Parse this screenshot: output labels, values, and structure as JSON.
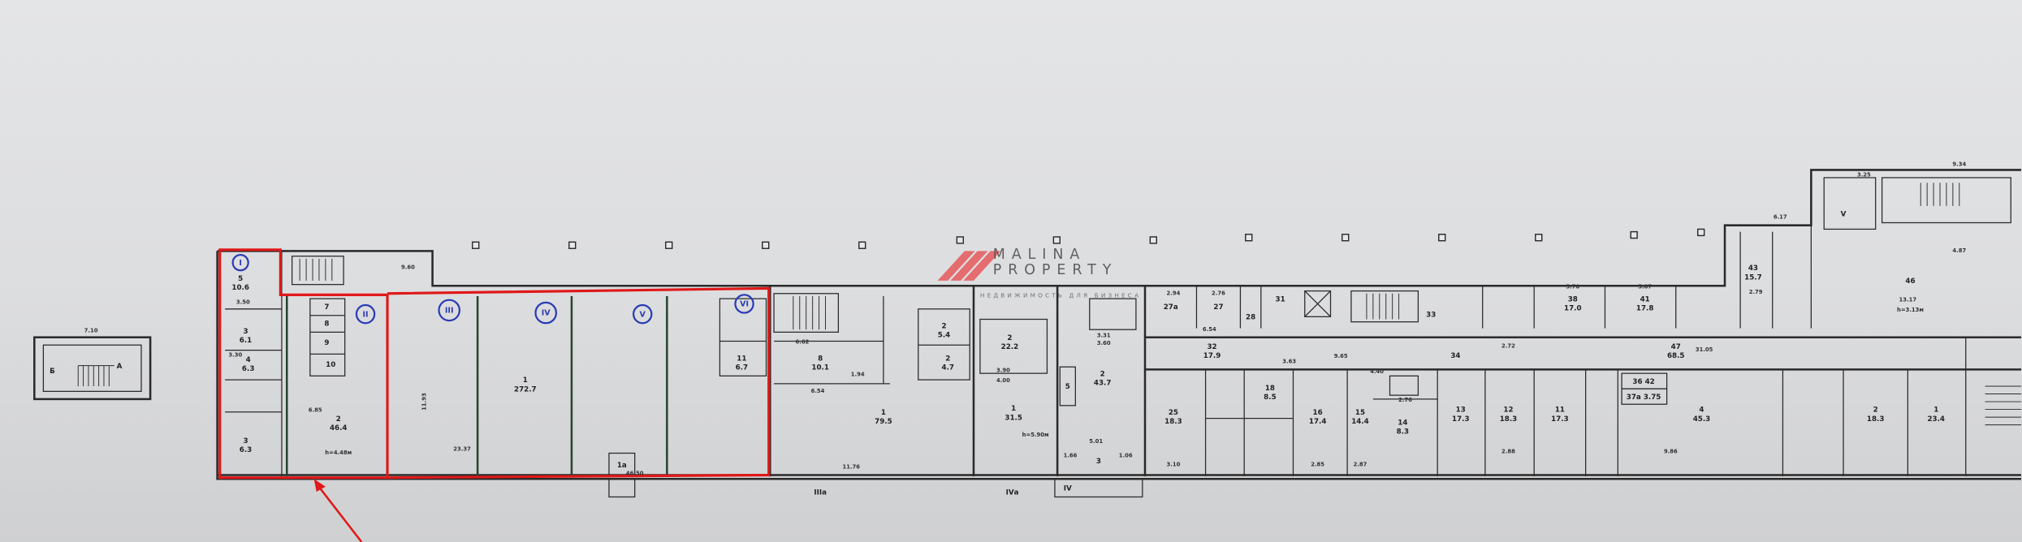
{
  "watermark": {
    "brand_line1": "MALINA",
    "brand_line2": "PROPERTY",
    "tagline": "НЕДВИЖИМОСТЬ ДЛЯ БИЗНЕСА",
    "logo_color": "#e8474a"
  },
  "colors": {
    "highlight": "#e01818",
    "section_marks": "#2a3bb5",
    "walls": "#2a2a2a",
    "paper": "#dcdddf"
  },
  "section_marks": [
    "I",
    "II",
    "III",
    "IV",
    "V",
    "VI"
  ],
  "rooms": [
    {
      "no": "5",
      "area": "10.6"
    },
    {
      "no": "3",
      "area": "6.1"
    },
    {
      "no": "4",
      "area": "6.3"
    },
    {
      "no": "3",
      "area": "6.3"
    },
    {
      "no": "2",
      "area": "46.4"
    },
    {
      "no": "1",
      "area": "272.7"
    },
    {
      "no": "11",
      "area": "6.7"
    },
    {
      "no": "8",
      "area": "10.1"
    },
    {
      "no": "1",
      "area": "79.5"
    },
    {
      "no": "2",
      "area": "5.4"
    },
    {
      "no": "2",
      "area": "4.7"
    },
    {
      "no": "2",
      "area": "22.2"
    },
    {
      "no": "1",
      "area": "31.5"
    },
    {
      "no": "2",
      "area": "43.7"
    },
    {
      "no": "32",
      "area": "17.9"
    },
    {
      "no": "25",
      "area": "18.3"
    },
    {
      "no": "18",
      "area": "8.5"
    },
    {
      "no": "16",
      "area": "17.4"
    },
    {
      "no": "15",
      "area": "14.4"
    },
    {
      "no": "14",
      "area": "8.3"
    },
    {
      "no": "13",
      "area": "17.3"
    },
    {
      "no": "12",
      "area": "18.3"
    },
    {
      "no": "11",
      "area": "17.3"
    },
    {
      "no": "38",
      "area": "17.0"
    },
    {
      "no": "41",
      "area": "17.8"
    },
    {
      "no": "43",
      "area": "15.7"
    },
    {
      "no": "47",
      "area": "68.5"
    },
    {
      "no": "4",
      "area": "45.3"
    },
    {
      "no": "2",
      "area": "18.3"
    },
    {
      "no": "1",
      "area": "23.4"
    }
  ],
  "small_rooms": [
    "7",
    "8",
    "9",
    "10",
    "1а",
    "5",
    "3",
    "27а",
    "27",
    "28",
    "31",
    "33",
    "34",
    "37а 3.75",
    "36 42",
    "46",
    "Б",
    "А",
    "IIIа",
    "IVа",
    "IV",
    "V"
  ],
  "dimensions": [
    "7.10",
    "9.60",
    "6.85",
    "11.93",
    "23.37",
    "46.50",
    "3.50",
    "3.30",
    "6.62",
    "6.54",
    "1.94",
    "11.76",
    "3.90",
    "4.00",
    "3.31",
    "3.60",
    "5.01",
    "1.66",
    "1.06",
    "2.94",
    "2.76",
    "6.54",
    "3.63",
    "9.65",
    "4.40",
    "3.10",
    "2.85",
    "2.87",
    "2.76",
    "5.70",
    "5.87",
    "2.79",
    "31.05",
    "13.17",
    "6.17",
    "3.25",
    "9.34",
    "4.87",
    "9.86",
    "2.88",
    "2.72",
    "h=4.48м",
    "h=5.90м",
    "h=3.13м"
  ]
}
